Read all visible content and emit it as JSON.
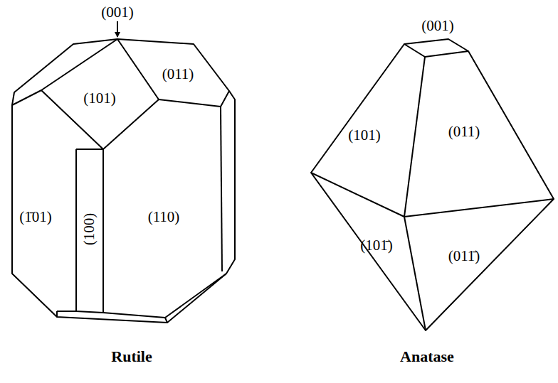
{
  "diagram": {
    "labels": [
      "(001)",
      "(101)",
      "(011)",
      "(1̄01)",
      "(100)",
      "(110)",
      "Rutile",
      "(001)",
      "(101)",
      "(011)",
      "(101̄)",
      "(011̄)",
      "Anatase"
    ]
  }
}
